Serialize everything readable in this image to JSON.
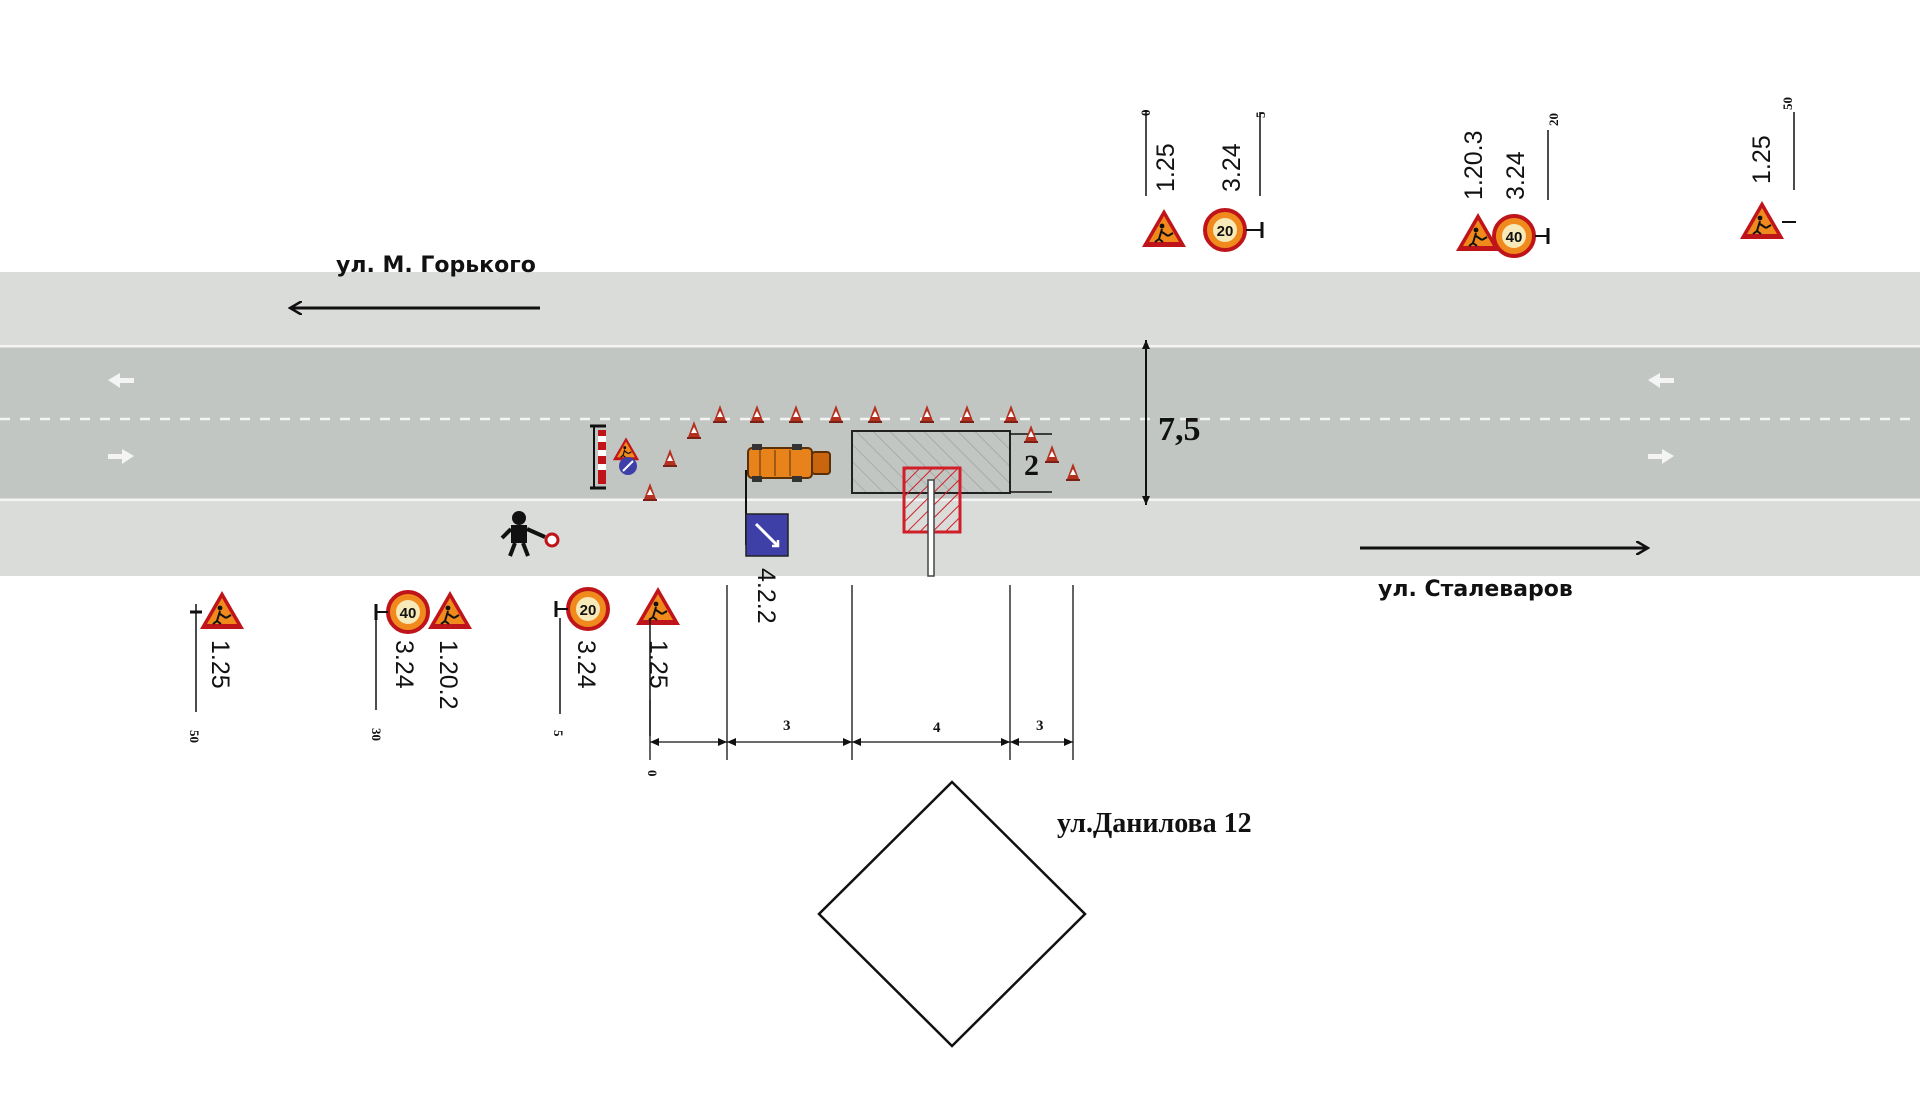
{
  "streets": {
    "left_direction": "ул. М. Горького",
    "right_direction": "ул. Сталеваров",
    "building": "ул.Данилова 12"
  },
  "road": {
    "width": "7,5",
    "work_zone_width": "2"
  },
  "dimensions": {
    "segment_a": "3",
    "segment_b": "4",
    "segment_c": "3"
  },
  "sign_groups_top": [
    {
      "codes": [
        "1.25"
      ],
      "distance": "0"
    },
    {
      "codes": [
        "3.24"
      ],
      "distance": "5",
      "speed": "20"
    },
    {
      "codes": [
        "1.20.3",
        "3.24"
      ],
      "distance": "20",
      "speed": "40"
    },
    {
      "codes": [
        "1.25"
      ],
      "distance": "50"
    }
  ],
  "sign_groups_bottom": [
    {
      "codes": [
        "1.25"
      ],
      "distance": "50"
    },
    {
      "codes": [
        "3.24",
        "1.20.2"
      ],
      "distance": "30",
      "speed": "40"
    },
    {
      "codes": [
        "3.24"
      ],
      "distance": "5",
      "speed": "20"
    },
    {
      "codes": [
        "1.25"
      ],
      "distance": "0"
    }
  ],
  "detour_sign": "4.2.2",
  "colors": {
    "road": "#bfc4bf",
    "shoulder": "#d8dbd8",
    "sign_orange": "#f08a1c",
    "sign_red": "#c0141b",
    "sign_blue": "#3f3fa8",
    "hatch_red": "#d11f2a"
  }
}
